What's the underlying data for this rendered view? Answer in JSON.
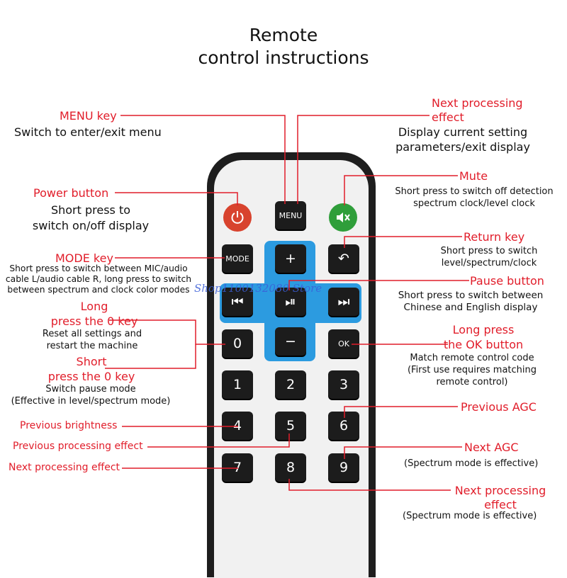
{
  "title": {
    "line1": "Remote",
    "line2": "control instructions"
  },
  "watermark": "Shop1100132080 Store",
  "keys": {
    "menu": "MENU",
    "mode": "MODE",
    "plus": "+",
    "minus": "−",
    "ok": "OK",
    "prev": "⏮",
    "play": "⏯",
    "next": "⏭",
    "back": "↶",
    "num0": "0",
    "num1": "1",
    "num2": "2",
    "num3": "3",
    "num4": "4",
    "num5": "5",
    "num6": "6",
    "num7": "7",
    "num8": "8",
    "num9": "9"
  },
  "icons": {
    "power": "power-icon",
    "mute": "mute-icon"
  },
  "colors": {
    "label_red": "#e11d2a",
    "power_button": "#d8432e",
    "mute_button": "#2f9e3a",
    "pad_blue": "#2c9be0"
  },
  "labels": {
    "menu_key": {
      "title": "MENU key",
      "desc": "Switch to enter/exit menu"
    },
    "power": {
      "title": "Power button",
      "desc1": "Short press to",
      "desc2": "switch on/off display"
    },
    "mode": {
      "title": "MODE key",
      "desc1": "Short press to switch between MIC/audio",
      "desc2": "cable L/audio cable R, long press to switch",
      "desc3": "between spectrum and clock color modes"
    },
    "long0": {
      "title1": "Long",
      "title2": "press the 0 key",
      "desc1": "Reset all settings and",
      "desc2": "restart the machine"
    },
    "short0": {
      "title1": "Short",
      "title2": "press the 0 key",
      "desc1": "Switch pause mode",
      "desc2": "(Effective in level/spectrum mode)"
    },
    "prev_brightness": "Previous brightness",
    "prev_effect": "Previous processing effect",
    "next_effect_left": "Next processing effect",
    "next_effect_top": {
      "title1": "Next processing",
      "title2": "effect",
      "desc1": "Display current setting",
      "desc2": "parameters/exit display"
    },
    "mute": {
      "title": "Mute",
      "desc1": "Short press to switch off detection",
      "desc2": "spectrum clock/level clock"
    },
    "return_key": {
      "title": "Return key",
      "desc1": "Short press to switch",
      "desc2": "level/spectrum/clock"
    },
    "pause": {
      "title": "Pause button",
      "desc1": "Short press to switch between",
      "desc2": "Chinese and English display"
    },
    "ok_long": {
      "title1": "Long press",
      "title2": "the OK button",
      "desc1": "Match remote control code",
      "desc2": "(First use requires matching",
      "desc3": "remote control)"
    },
    "prev_agc": "Previous AGC",
    "next_agc": {
      "title": "Next AGC",
      "desc": "(Spectrum mode is effective)"
    },
    "next_effect_bottom": {
      "title1": "Next processing",
      "title2": "effect",
      "desc": "(Spectrum mode is effective)"
    }
  }
}
